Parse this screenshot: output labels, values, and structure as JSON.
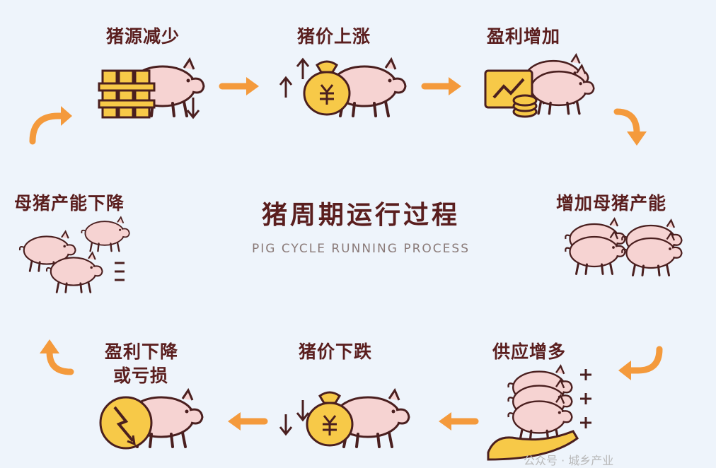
{
  "title": "猪周期运行过程",
  "subtitle": "PIG CYCLE RUNNING PROCESS",
  "steps": [
    {
      "label": "猪源减少"
    },
    {
      "label": "猪价上涨"
    },
    {
      "label": "盈利增加"
    },
    {
      "label": "增加母猪产能"
    },
    {
      "label": "供应增多"
    },
    {
      "label": "猪价下跌"
    },
    {
      "label": "盈利下降或亏损",
      "line1": "盈利下降",
      "line2": "或亏损"
    },
    {
      "label": "母猪产能下降"
    }
  ],
  "watermark": "公众号 · 城乡产业",
  "colors": {
    "background": "#eef4fb",
    "pig": "#f6d3d2",
    "pig_outline": "#4a1f1f",
    "accent_orange": "#f49a3c",
    "coin_yellow": "#f7c948",
    "text_dark": "#5a1e1e"
  }
}
